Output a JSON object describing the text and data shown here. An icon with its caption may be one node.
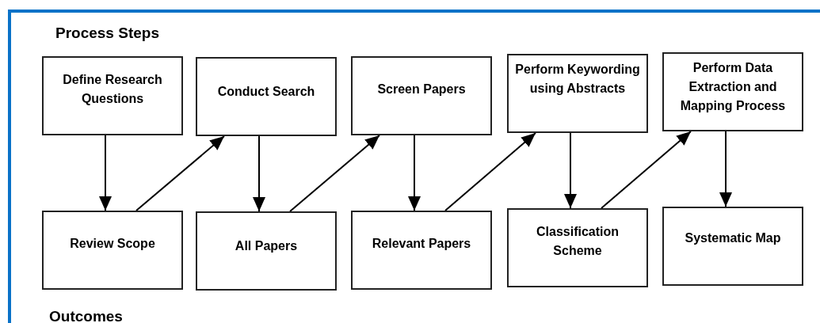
{
  "diagram": {
    "nodes": [
      {
        "text": [
          "Define Research Questions"
        ]
      },
      {
        "text": [
          "Conduct Search"
        ]
      },
      {
        "text": [
          "Screen Papers"
        ]
      },
      {
        "text": [
          "Perform Keywording using Abstracts"
        ]
      },
      {
        "text": [
          "Perform Data Extraction and Mapping Process"
        ]
      },
      {
        "text": [
          "Review Scope"
        ]
      },
      {
        "text": [
          "All Papers"
        ]
      },
      {
        "text": [
          "Relevant Papers"
        ]
      },
      {
        "text": [
          "Classification Scheme"
        ]
      },
      {
        "text": [
          "Systematic Map"
        ]
      }
    ],
    "edges": [
      {
        "from": 0,
        "to": 5,
        "arrow": "to"
      },
      {
        "from": 5,
        "to": 1,
        "arrow": "to"
      },
      {
        "from": 1,
        "to": 6,
        "arrow": "to"
      },
      {
        "from": 6,
        "to": 2,
        "arrow": "to"
      },
      {
        "from": 2,
        "to": 7,
        "arrow": "to"
      },
      {
        "from": 7,
        "to": 3,
        "arrow": "to"
      },
      {
        "from": 3,
        "to": 8,
        "arrow": "to"
      },
      {
        "from": 8,
        "to": 4,
        "arrow": "to"
      },
      {
        "from": 4,
        "to": 9,
        "arrow": "to"
      }
    ],
    "labels": [
      "Process Steps",
      "Outcomes"
    ]
  }
}
